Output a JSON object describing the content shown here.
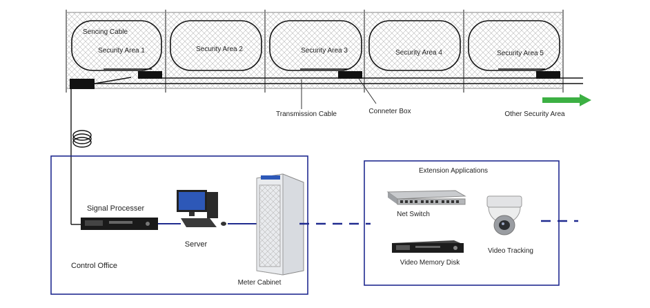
{
  "fence": {
    "cable_label": "Sencing Cable",
    "areas": [
      {
        "label": "Security Area 1"
      },
      {
        "label": "Security Area 2"
      },
      {
        "label": "Security Area 3"
      },
      {
        "label": "Security Area 4"
      },
      {
        "label": "Security Area 5"
      }
    ],
    "transmission_label": "Transmission Cable",
    "box_label": "Conneter Box",
    "other_area_label": "Other Security Area",
    "arrow_color": "#3cb043"
  },
  "control_office": {
    "label": "Control Office",
    "processor_label": "Signal Processer",
    "server_label": "Server",
    "cabinet_label": "Meter Cabinet"
  },
  "extension": {
    "title": "Extension Applications",
    "switch_label": "Net Switch",
    "disk_label": "Video Memory Disk",
    "tracking_label": "Video Tracking"
  },
  "colors": {
    "box_border": "#1f2a8f",
    "link_line": "#1f2a8f"
  }
}
